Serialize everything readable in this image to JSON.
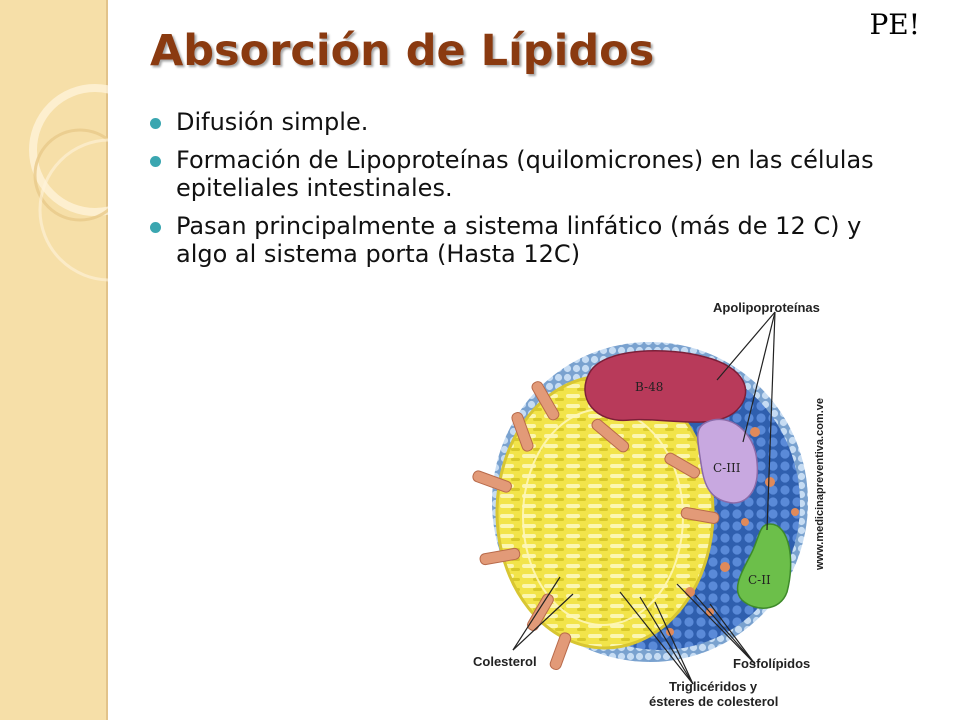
{
  "corner_tag": "PE!",
  "title": "Absorción de Lípidos",
  "bullets": [
    "Difusión simple.",
    "Formación de Lipoproteínas (quilomicrones) en las células epiteliales intestinales.",
    "Pasan principalmente a sistema linfático (más de 12 C) y algo al sistema porta (Hasta 12C)"
  ],
  "diagram": {
    "labels": {
      "apolipoproteins": "Apolipoproteínas",
      "website": "www.medicinapreventiva.com.ve",
      "cholesterol": "Colesterol",
      "phospholipids": "Fosfolípidos",
      "triglycerides_line1": "Triglicéridos y",
      "triglycerides_line2": "ésteres de colesterol"
    },
    "proteins": {
      "b48": "B-48",
      "c3": "C-III",
      "c2": "C-II"
    },
    "colors": {
      "core": "#f2e44a",
      "shell": "#3f6fc0",
      "b48": "#b83a5a",
      "c3": "#c8a8e0",
      "c2": "#6cbf4a",
      "cholesterol": "#e29a78"
    }
  }
}
